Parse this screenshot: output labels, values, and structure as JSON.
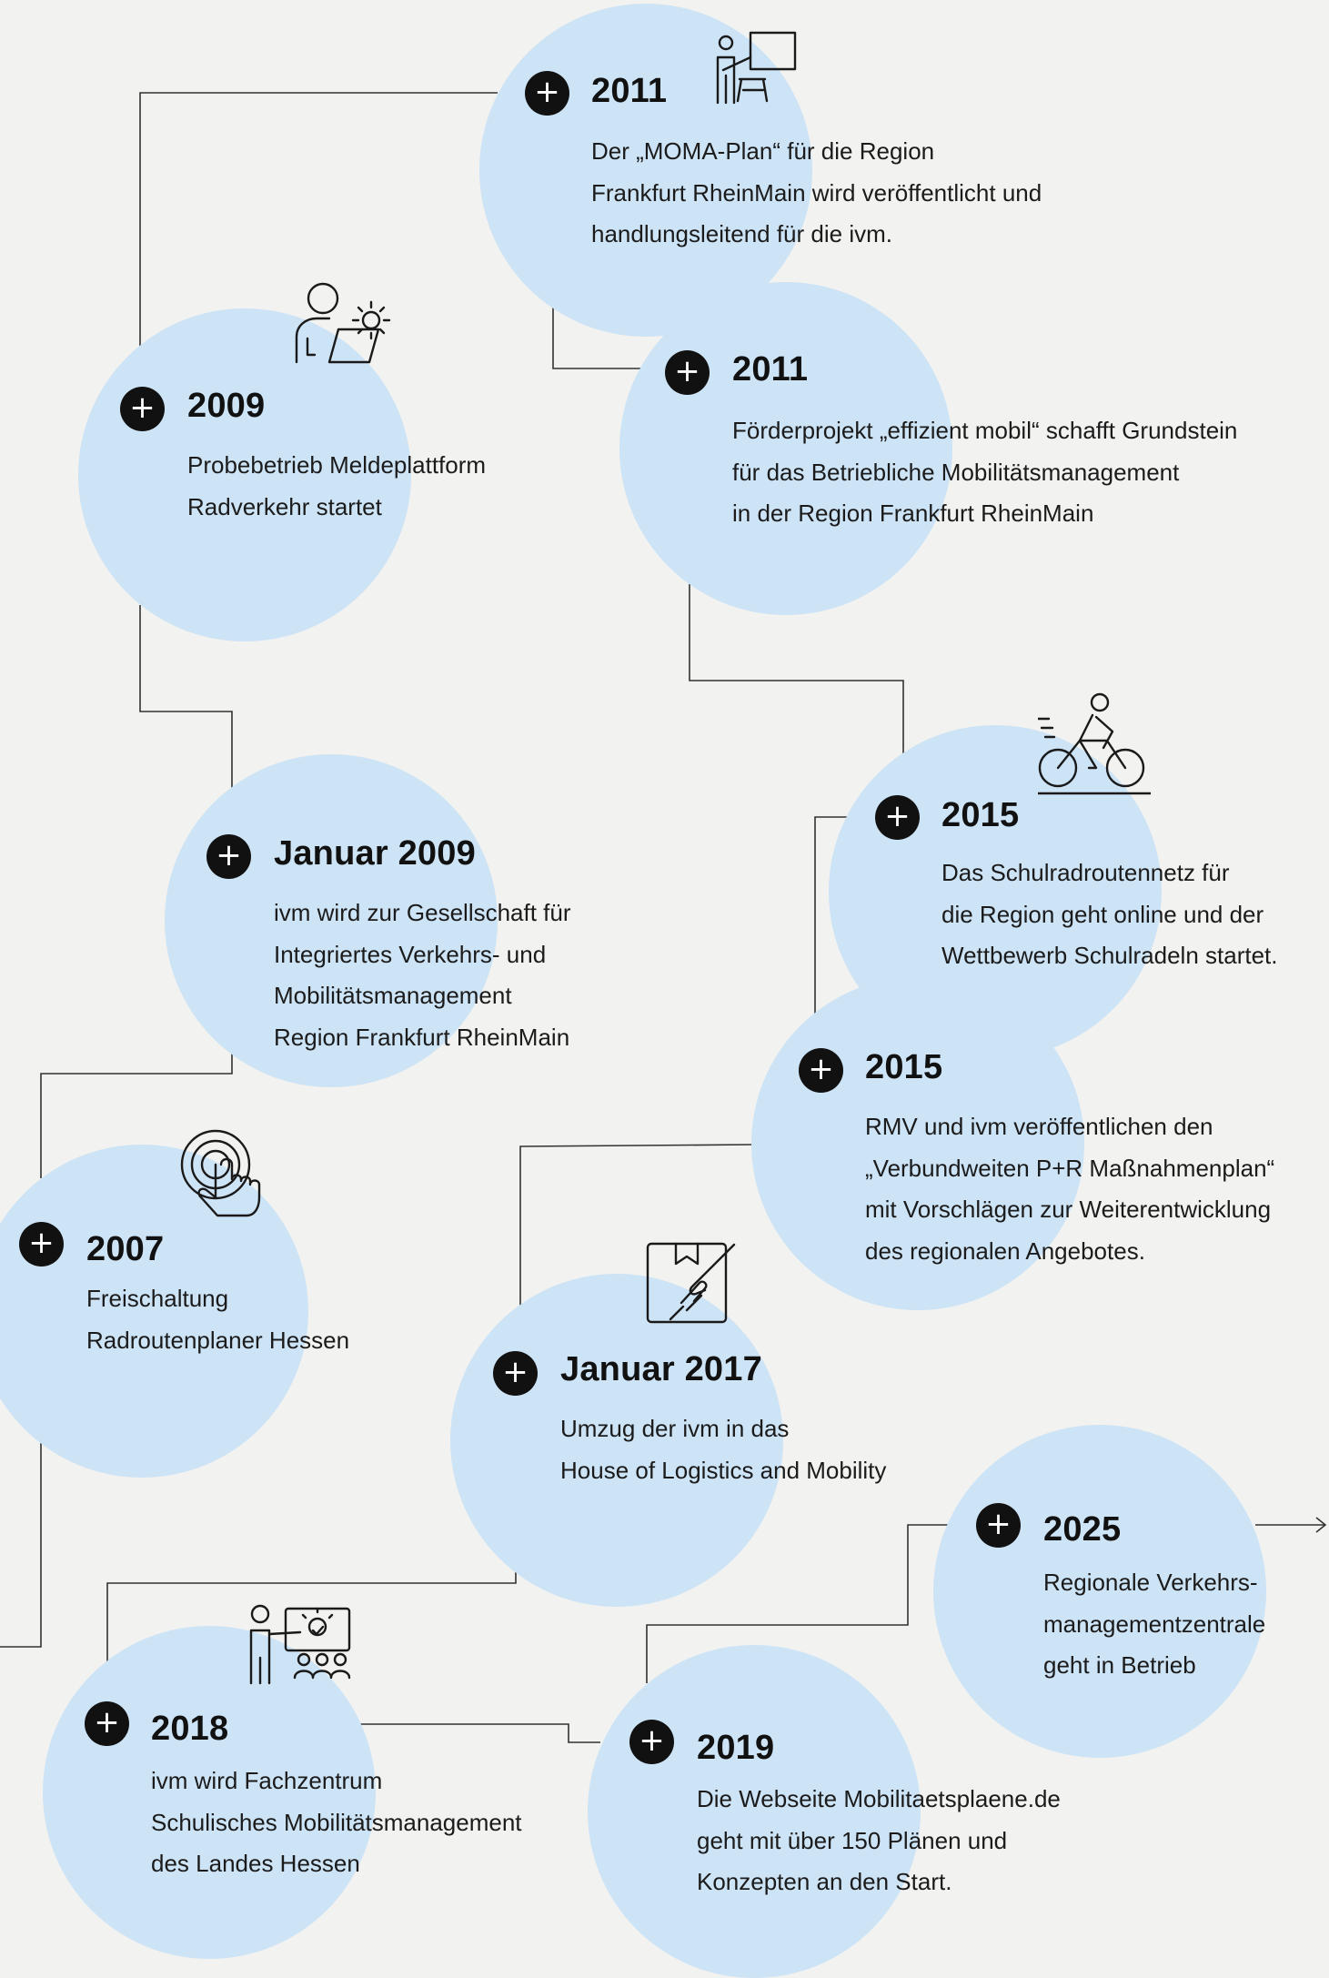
{
  "colors": {
    "background": "#f2f2f0",
    "bubble": "#cde3f6",
    "accent": "#111111",
    "line": "#333333"
  },
  "timeline": {
    "e2011_moma": {
      "year": "2011",
      "plus": "+",
      "icon": "presentation-board-icon",
      "lines": [
        "Der „MOMA-Plan“ für die Region",
        "Frankfurt RheinMain wird veröffentlicht und",
        "handlungsleitend für die ivm."
      ]
    },
    "e2011_foerder": {
      "year": "2011",
      "plus": "+",
      "lines": [
        "Förderprojekt „effizient mobil“ schafft Grundstein",
        "für das Betriebliche Mobilitätsmanagement",
        "in der Region Frankfurt RheinMain"
      ]
    },
    "e2009": {
      "year": "2009",
      "plus": "+",
      "icon": "person-laptop-gear-icon",
      "lines": [
        "Probebetrieb Meldeplattform",
        "Radverkehr startet"
      ]
    },
    "e2015_schulrad": {
      "year": "2015",
      "plus": "+",
      "icon": "cyclist-icon",
      "lines": [
        "Das Schulradroutennetz für",
        "die Region geht online und der",
        "Wettbewerb Schulradeln startet."
      ]
    },
    "e_jan2009": {
      "year": "Januar 2009",
      "plus": "+",
      "lines": [
        "ivm wird zur Gesellschaft für",
        "Integriertes Verkehrs- und",
        "Mobilitätsmanagement",
        "Region Frankfurt RheinMain"
      ]
    },
    "e2015_pr": {
      "year": "2015",
      "plus": "+",
      "lines": [
        "RMV und ivm veröffentlichen den",
        "„Verbundweiten P+R Maßnahmenplan“",
        "mit Vorschlägen zur Weiterentwicklung",
        "des regionalen Angebotes."
      ]
    },
    "e2007": {
      "year": "2007",
      "plus": "+",
      "icon": "touch-hand-icon",
      "lines": [
        "Freischaltung",
        "Radroutenplaner Hessen"
      ]
    },
    "e_jan2017": {
      "year": "Januar 2017",
      "plus": "+",
      "icon": "package-hand-icon",
      "lines": [
        "Umzug der ivm in das",
        "House of Logistics and Mobility"
      ]
    },
    "e2025": {
      "year": "2025",
      "plus": "+",
      "lines": [
        "Regionale Verkehrs-",
        "managementzentrale",
        "geht in Betrieb"
      ]
    },
    "e2018": {
      "year": "2018",
      "plus": "+",
      "icon": "teacher-audience-icon",
      "lines": [
        "ivm wird Fachzentrum",
        "Schulisches Mobilitätsmanagement",
        "des Landes Hessen"
      ]
    },
    "e2019": {
      "year": "2019",
      "plus": "+",
      "lines": [
        "Die Webseite Mobilitaetsplaene.de",
        "geht mit über 150 Plänen und",
        "Konzepten an den Start."
      ]
    }
  }
}
